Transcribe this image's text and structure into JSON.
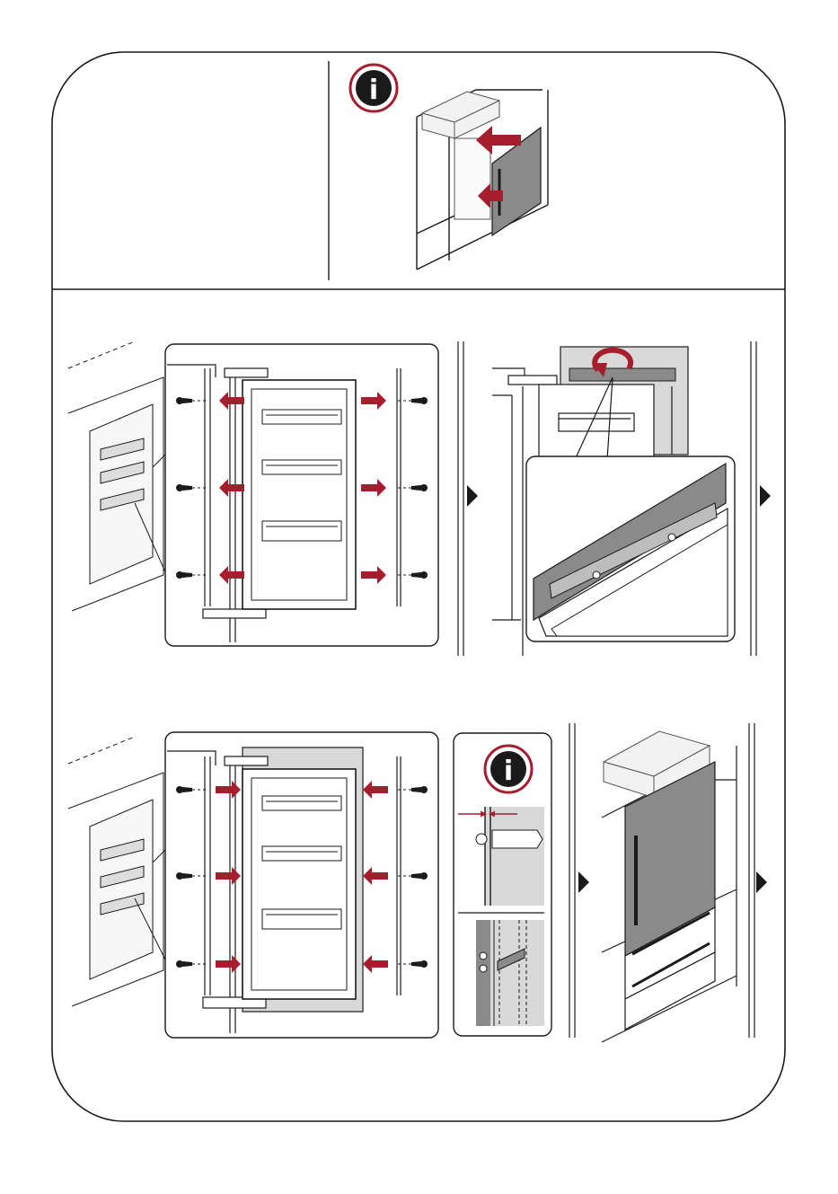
{
  "colors": {
    "accent": "#a61e2e",
    "line": "#1a1a1a",
    "panel_grey": "#8a8a8a",
    "light_grey": "#d9d9d9",
    "frame": "#2a2a2a"
  },
  "icons": {
    "info": "info-icon",
    "arrow": "play-arrow-icon",
    "screw": "screw-icon"
  },
  "info_glyph": "i",
  "steps": [
    {
      "name": "info-panel-fitting"
    },
    {
      "name": "remove-door-panel"
    },
    {
      "name": "lift-panel-hook"
    },
    {
      "name": "attach-door-panel"
    },
    {
      "name": "info-gap-detail"
    },
    {
      "name": "finished-appliance"
    }
  ]
}
